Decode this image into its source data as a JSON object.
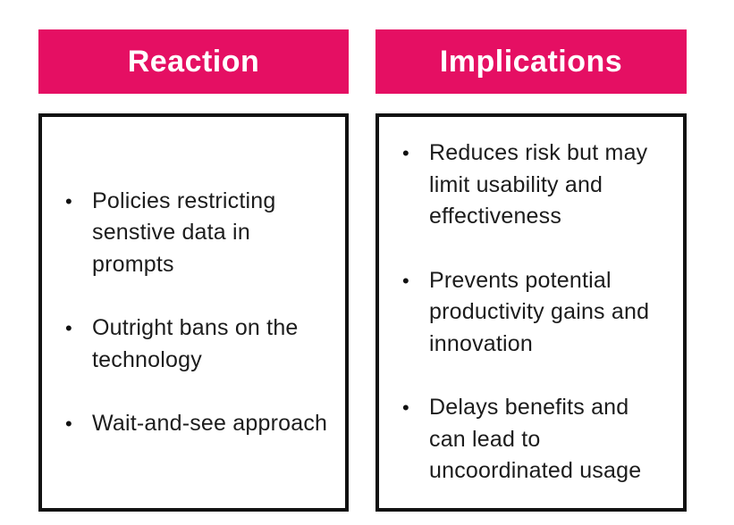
{
  "slide": {
    "columns": [
      {
        "header": "Reaction",
        "items": [
          "Policies restricting senstive data in prompts",
          "Outright bans on the technology",
          "Wait-and-see approach"
        ]
      },
      {
        "header": "Implications",
        "items": [
          "Reduces risk but may limit usability and effectiveness",
          "Prevents potential productivity gains and innovation",
          "Delays benefits and can lead to uncoordinated usage"
        ]
      }
    ],
    "bullet_glyph": "•"
  },
  "colors": {
    "header_bg": "#E50F63",
    "header_text": "#FFFFFF",
    "box_border": "#111111",
    "body_text": "#1C1C1C",
    "background": "#FFFFFF"
  }
}
